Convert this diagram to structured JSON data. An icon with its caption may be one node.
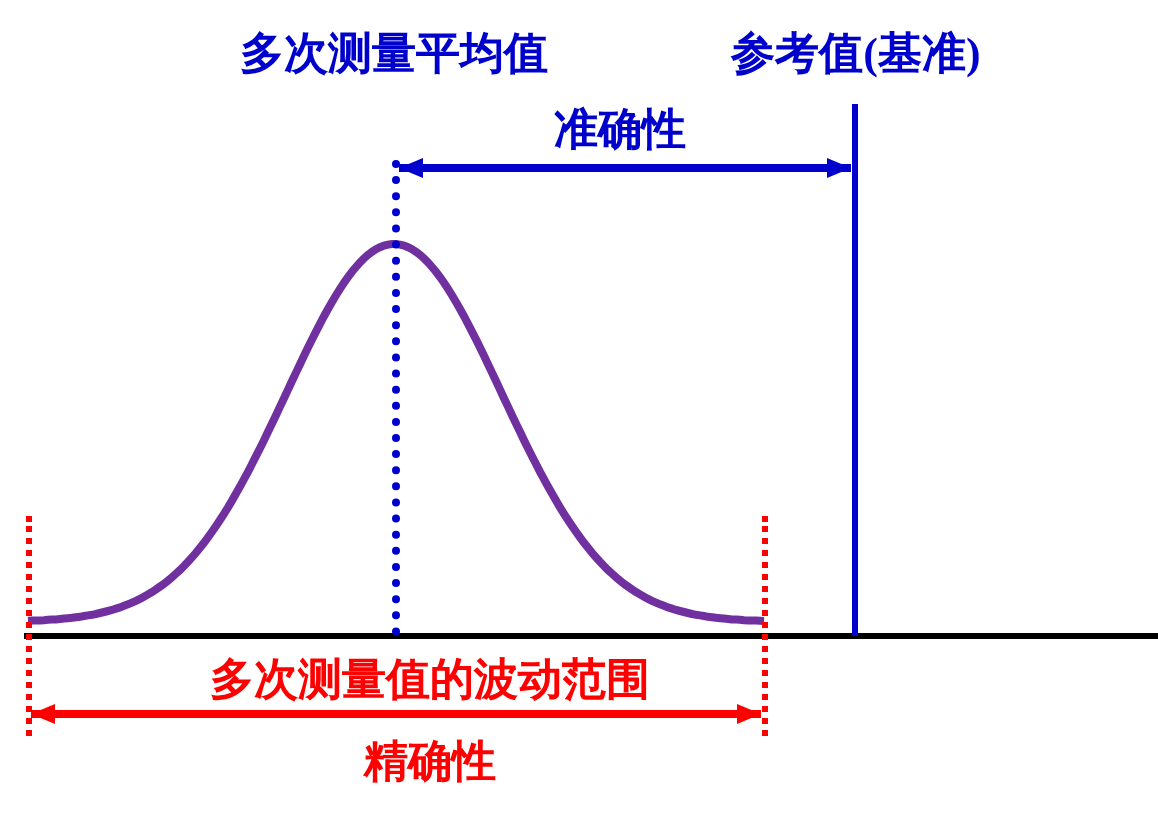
{
  "diagram": {
    "nodes": [
      {
        "text": [],
        "shape": "line",
        "beside": [
          "多次测量平均值"
        ]
      },
      {
        "text": [],
        "shape": "line",
        "beside": [
          "参考值(基准)"
        ]
      },
      {
        "text": [],
        "shape": "line"
      },
      {
        "text": [],
        "shape": "line"
      }
    ],
    "edges": [
      {
        "from": 0,
        "to": 1,
        "arrow": "both",
        "label": "准确性",
        "color": "#0000cc"
      },
      {
        "from": 2,
        "to": 3,
        "arrow": "both",
        "label": "精确性",
        "color": "#ff0000"
      }
    ],
    "labels": [
      "多次测量值的波动范围"
    ]
  }
}
